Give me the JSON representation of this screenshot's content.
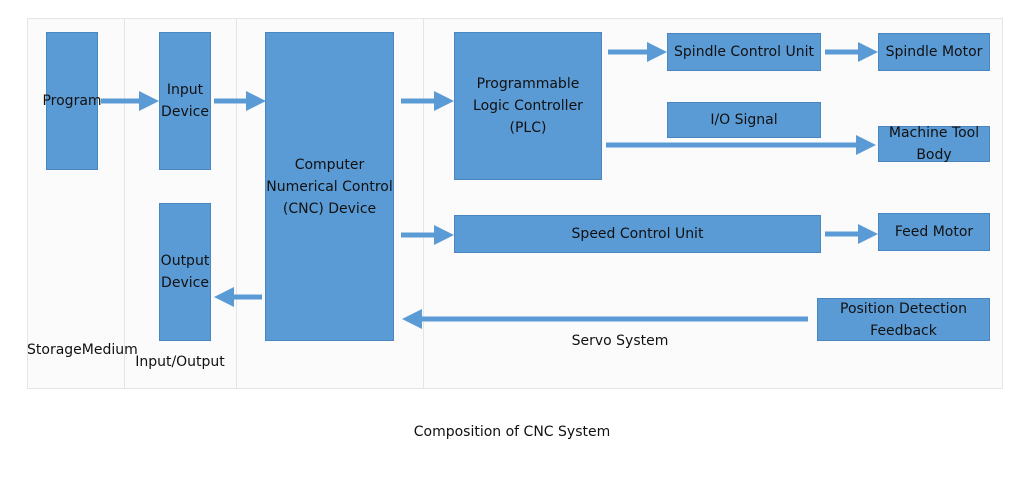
{
  "caption": "Composition of CNC System",
  "colors": {
    "box_fill": "#5b9bd5",
    "arrow": "#5b9bd5"
  },
  "regions": {
    "storage": "Storage\nMedium",
    "io": "Input/Output",
    "servo": "Servo System"
  },
  "nodes": {
    "program": "Program",
    "input_device": "Input\nDevice",
    "output_device": "Output\nDevice",
    "cnc_device": "Computer\nNumerical Control\n(CNC) Device",
    "plc": "Programmable\nLogic Controller\n(PLC)",
    "spindle_control_unit": "Spindle Control Unit",
    "spindle_motor": "Spindle Motor",
    "io_signal": "I/O Signal",
    "machine_tool_body": "Machine Tool\nBody",
    "speed_control_unit": "Speed Control Unit",
    "feed_motor": "Feed Motor",
    "position_detection": "Position Detection\nFeedback"
  }
}
